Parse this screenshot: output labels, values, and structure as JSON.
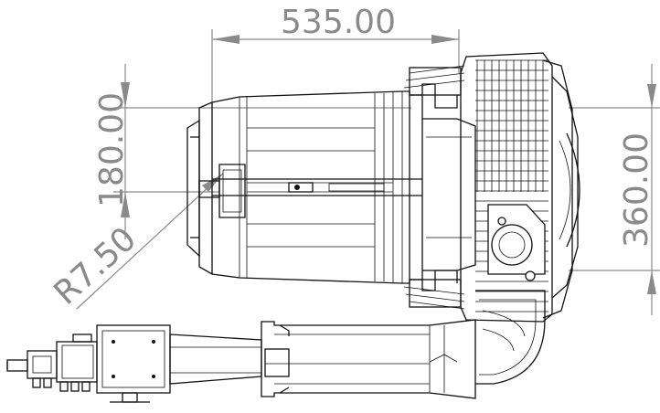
{
  "dimensions": {
    "width_label": "535.00",
    "height_half_label": "180.00",
    "height_full_label": "360.00",
    "radius_label": "R7.50"
  },
  "colors": {
    "dimension": "#8a8a8a",
    "linework": "#111111",
    "background": "#ffffff"
  }
}
